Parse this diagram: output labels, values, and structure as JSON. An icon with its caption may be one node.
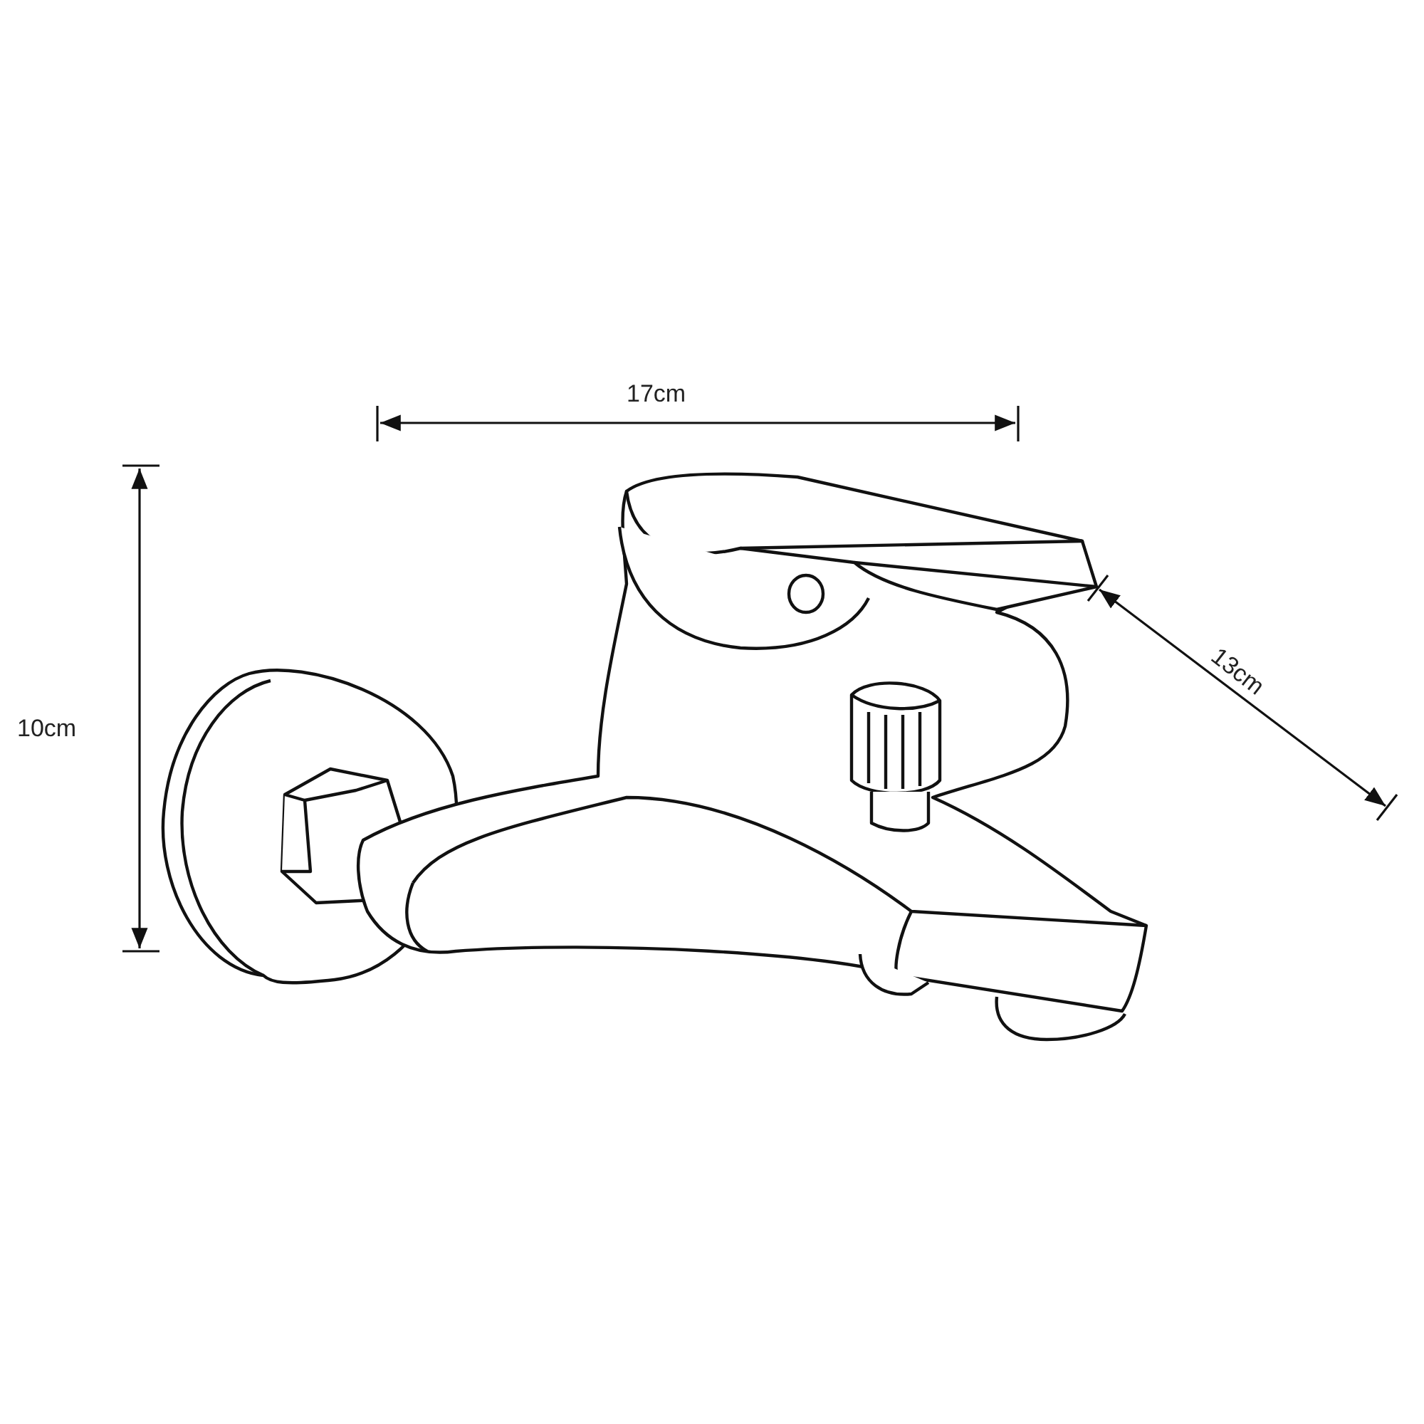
{
  "diagram": {
    "labels": [
      "17cm",
      "10cm",
      "13cm"
    ]
  }
}
